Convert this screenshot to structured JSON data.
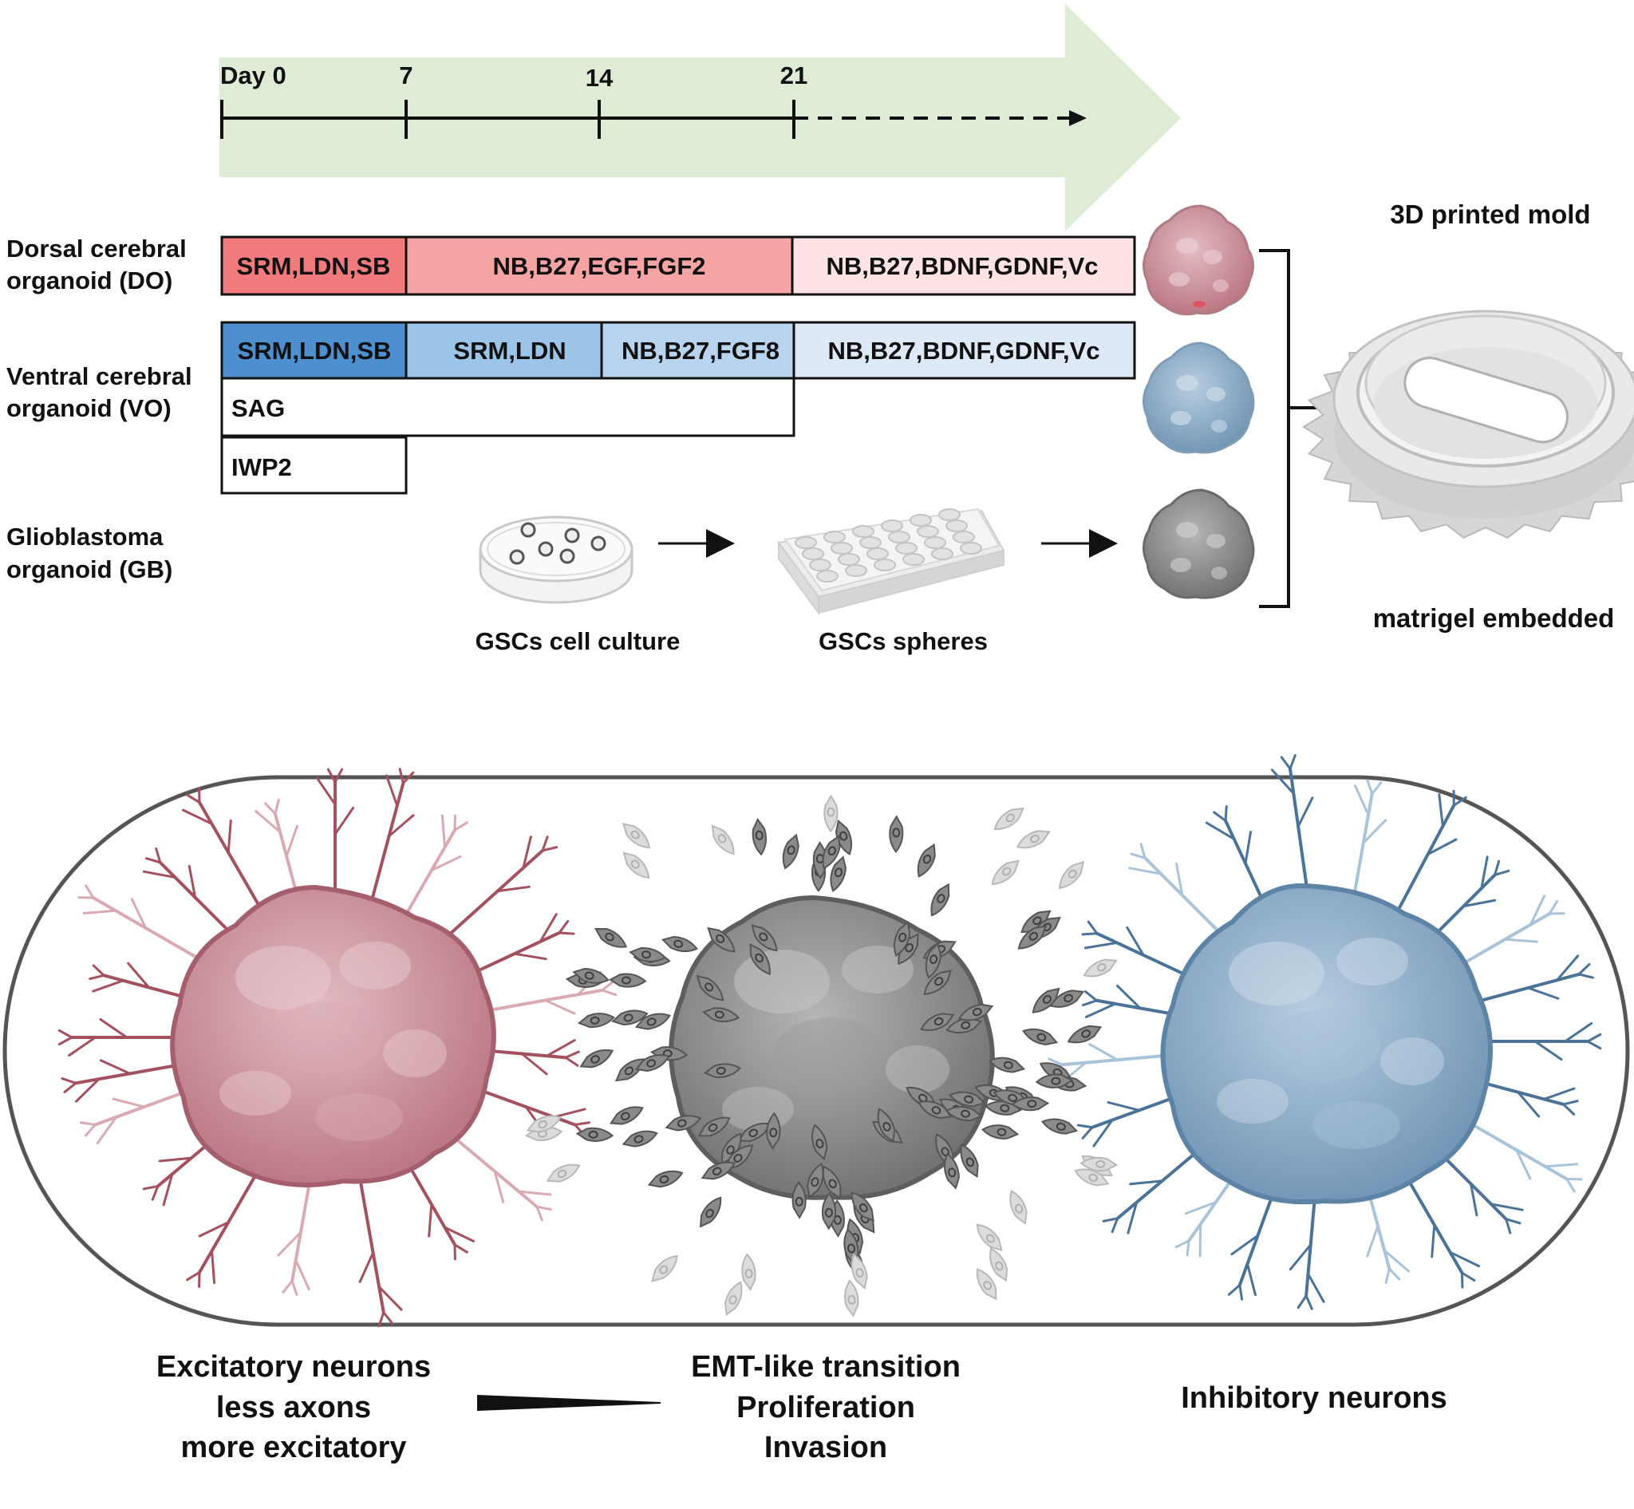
{
  "timeline": {
    "ticks": [
      "Day 0",
      "7",
      "14",
      "21"
    ],
    "arrow_color": "#deecd6"
  },
  "rows": {
    "dorsal": {
      "label_line1": "Dorsal cerebral",
      "label_line2": "organoid (DO)",
      "segments": [
        "SRM,LDN,SB",
        "NB,B27,EGF,FGF2",
        "NB,B27,BDNF,GDNF,Vc"
      ],
      "colors": [
        "#f07a7c",
        "#f6a3a3",
        "#fde3e3"
      ]
    },
    "ventral": {
      "label_line1": "Ventral cerebral",
      "label_line2": "organoid (VO)",
      "segments": [
        "SRM,LDN,SB",
        "SRM,LDN",
        "NB,B27,FGF8",
        "NB,B27,BDNF,GDNF,Vc"
      ],
      "colors": [
        "#4d8fcf",
        "#9cc3e8",
        "#b8d4ef",
        "#dde9f6"
      ],
      "extra_boxes": [
        "SAG",
        "IWP2"
      ]
    },
    "glioblastoma": {
      "label_line1": "Glioblastoma",
      "label_line2": "organoid (GB)",
      "step1_caption": "GSCs cell culture",
      "step2_caption": "GSCs spheres"
    }
  },
  "mold": {
    "title": "3D printed mold",
    "caption": "matrigel embedded"
  },
  "organoid_colors": {
    "dorsal": "#c98f98",
    "ventral": "#8fb0c9",
    "glioblastoma": "#8c8c8c"
  },
  "bottom_labels": {
    "left": [
      "Excitatory neurons",
      "less axons",
      "more excitatory"
    ],
    "middle": [
      "EMT-like transition",
      "Proliferation",
      "Invasion"
    ],
    "right": [
      "Inhibitory neurons"
    ]
  }
}
